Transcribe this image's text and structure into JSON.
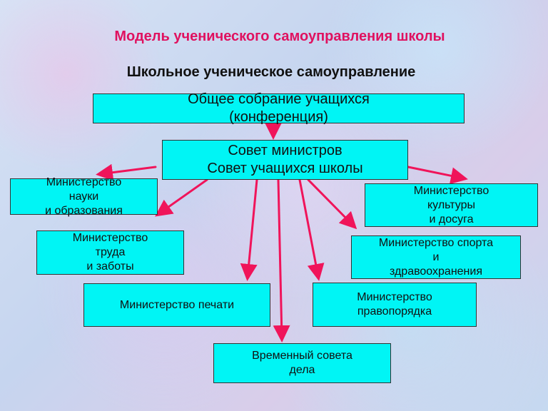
{
  "diagram": {
    "title": "Модель ученического самоуправления школы",
    "subtitle": "Школьное ученическое самоуправление",
    "nodes": {
      "general_assembly": "Общее собрание учащихся\n(конференция)",
      "council": "Совет министров\nСовет учащихся школы",
      "min_science": "Министерство\nнауки\nи образования",
      "min_culture": "Министерство\nкультуры\nи досуга",
      "min_labor": "Министерство\nтруда\nи заботы",
      "min_sport": "Министерство спорта\nи\nздравоохранения",
      "min_press": "Министерство печати",
      "min_order": "Министерство\nправопорядка",
      "temp_council": "Временный совета\nдела"
    },
    "colors": {
      "box_fill": "#00f5f5",
      "arrow": "#f0145a",
      "title": "#e0115f"
    }
  }
}
